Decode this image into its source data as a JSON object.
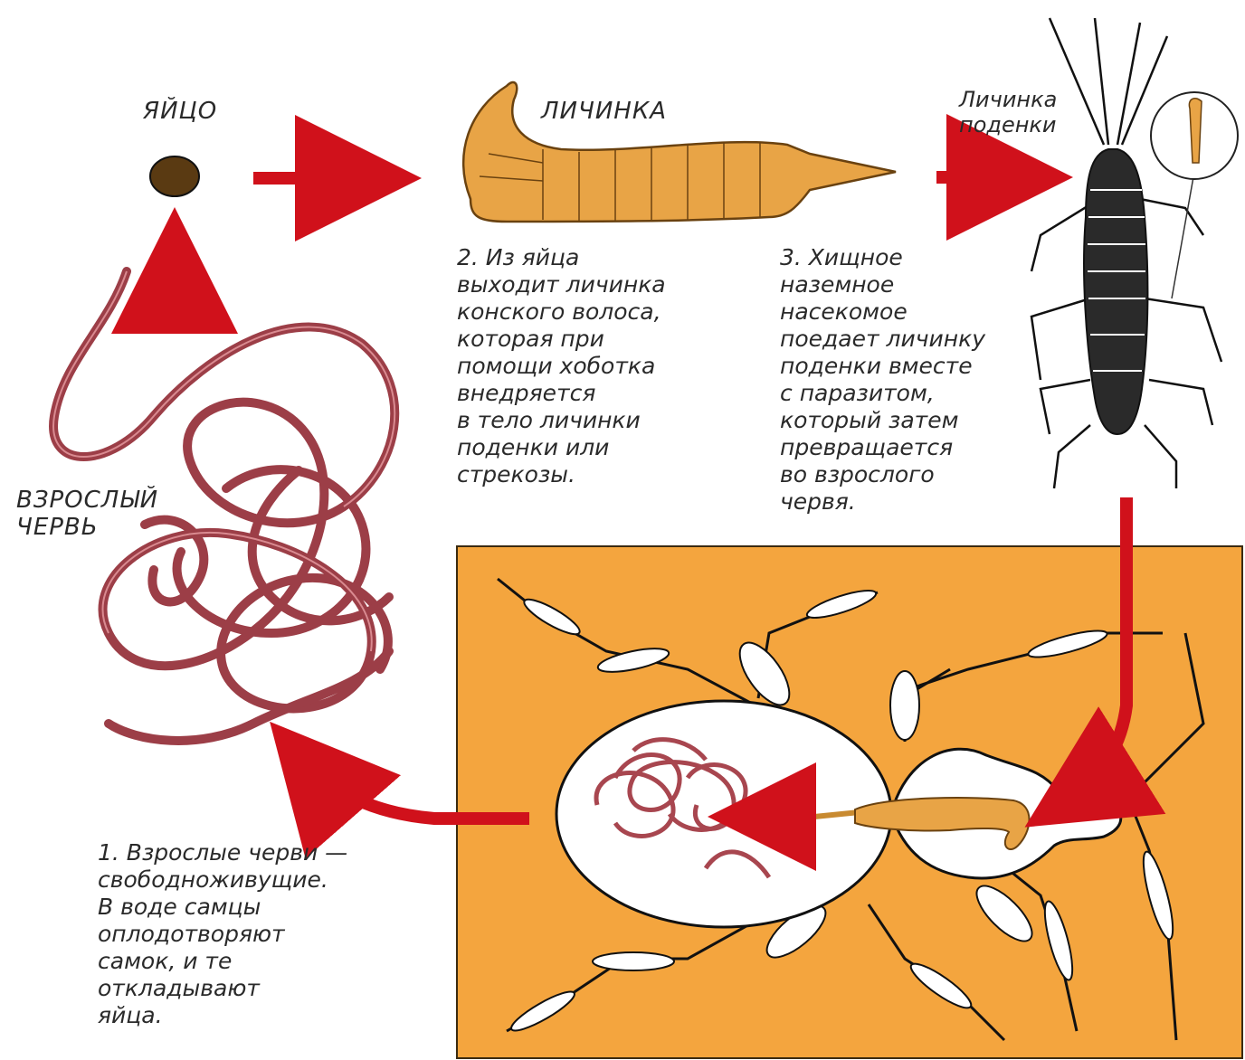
{
  "labels": {
    "egg": "ЯЙЦО",
    "larva": "ЛИЧИНКА",
    "mayfly_larva": "Личинка\nподенки",
    "adult_worm": "ВЗРОСЛЫЙ\nЧЕРВЬ"
  },
  "captions": {
    "step1": "1. Взрослые черви —\nсвободноживущие.\nВ воде самцы\nоплодотворяют\nсамок, и те\nоткладывают\nяйца.",
    "step2": "2. Из яйца\nвыходит личинка\nконского волоса,\nкоторая при\nпомощи хоботка\nвнедряется\nв тело личинки\nподенки или\nстрекозы.",
    "step3": "3. Хищное\nназемное\nнасекомое\nпоедает личинку\nподенки вместе\nс паразитом,\nкоторый затем\nпревращается\nво взрослого\nчервя."
  },
  "colors": {
    "arrow": "#d0111b",
    "panel": "#f4a53e",
    "worm": "#a8464f",
    "larva": "#e8a446",
    "outline": "#222222"
  }
}
